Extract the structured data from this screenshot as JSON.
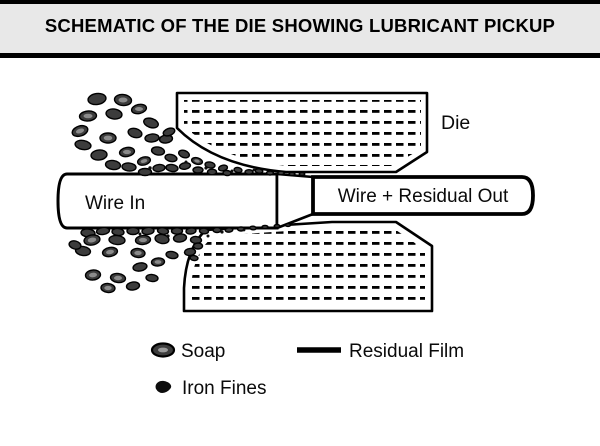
{
  "title": "SCHEMATIC OF THE DIE SHOWING LUBRICANT PICKUP",
  "diagram": {
    "die_label": "Die",
    "wire_in_label": "Wire In",
    "wire_out_label": "Wire + Residual Out"
  },
  "legend": {
    "soap_label": "Soap",
    "residual_film_label": "Residual Film",
    "iron_fines_label": "Iron Fines"
  },
  "colors": {
    "background": "#ffffff",
    "header_bg": "#e8e8e8",
    "ink": "#000000",
    "soap_fill": "#3c3c3c",
    "soap_highlight": "#8b8b8b"
  }
}
